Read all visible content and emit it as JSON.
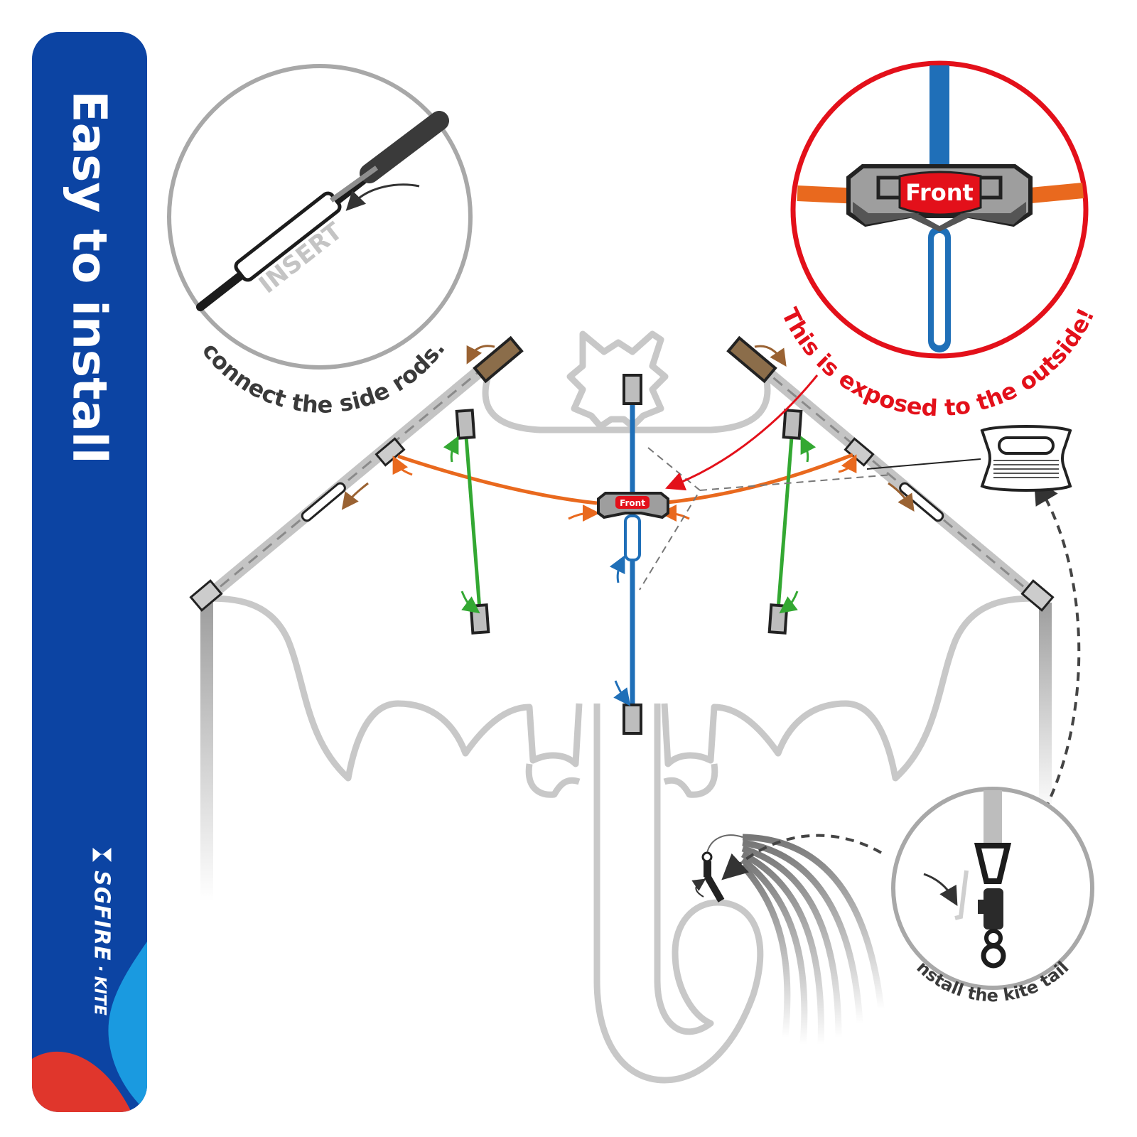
{
  "banner": {
    "title": "Easy to install",
    "brand_name": "SGFIRE",
    "brand_sub": "KITE",
    "color": "#0c44a3",
    "accent_light": "#1a9ae0",
    "accent_red": "#e0362c"
  },
  "callouts": {
    "insert": {
      "label": "INSERT",
      "caption": "connect the side rods."
    },
    "front": {
      "label": "Front",
      "caption": "This is exposed to the outside!"
    },
    "tail": {
      "caption": "Install the kite tail."
    }
  },
  "connector": {
    "label": "Front"
  },
  "colors": {
    "spine": "#1f6fb8",
    "cross_spar": "#e9691e",
    "struts": "#33a832",
    "frame": "#bdbdbd",
    "warning": "#e3101a",
    "brown_arrow": "#9a6232"
  }
}
